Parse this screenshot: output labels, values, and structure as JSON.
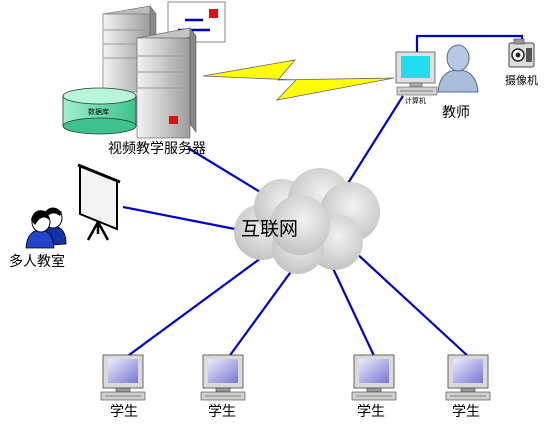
{
  "nodes": {
    "server": "视频教学服务器",
    "database": "数据库",
    "computer": "计算机",
    "teacher": "教师",
    "camera": "摄像机",
    "classroom": "多人教室",
    "internet": "互联网",
    "students": [
      "学生",
      "学生",
      "学生",
      "学生"
    ]
  },
  "colors": {
    "link": "#0000cc",
    "lightning": "#ffff00",
    "database": "#66e0b0",
    "cloud": "#d8d8d8",
    "server": "#d0d0d0",
    "screen": "#a8a8e8"
  }
}
